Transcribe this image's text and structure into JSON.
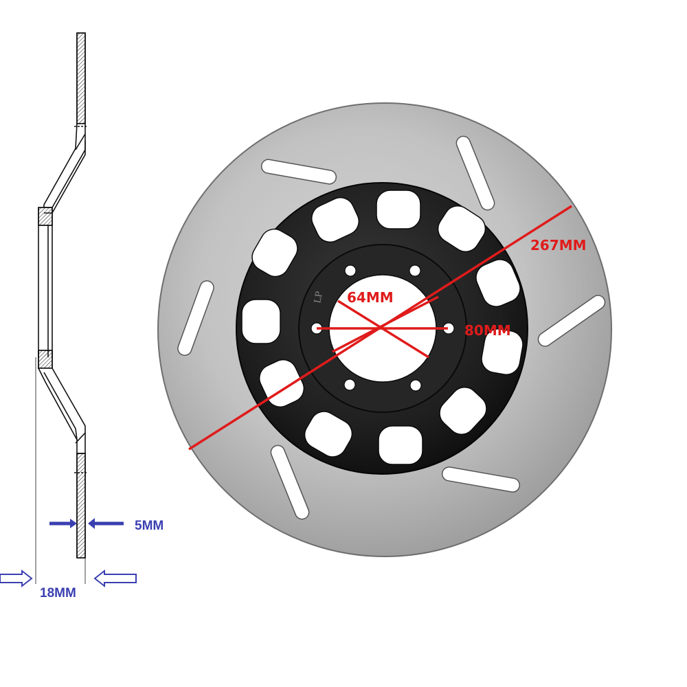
{
  "labels": {
    "overall_diameter": "267MM",
    "inner_diameter": "64MM",
    "bolt_circle": "80MM",
    "disc_thickness": "5MM",
    "total_offset": "18MM",
    "stamp": "LP"
  },
  "colors": {
    "red_dimension": "#e01b1b",
    "blue_dimension": "#3a3fb0",
    "rotor_steel": "#b9b9b9",
    "carrier_black": "#1c1c1c",
    "outline": "#111111"
  }
}
